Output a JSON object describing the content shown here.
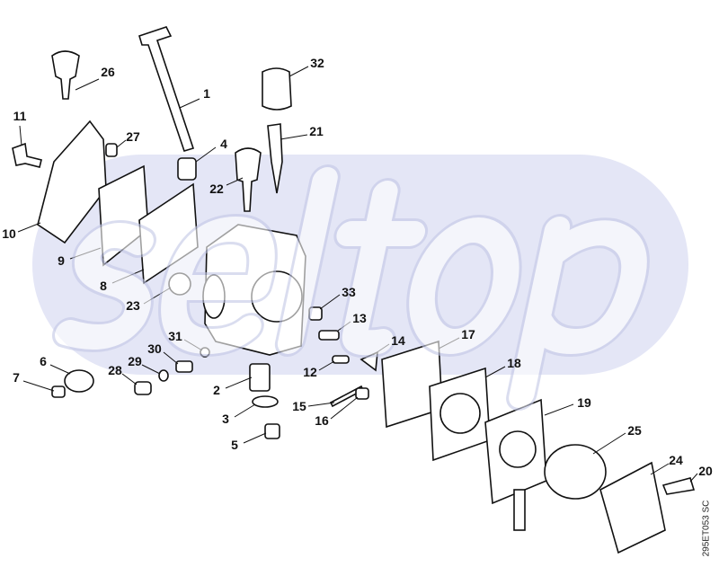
{
  "diagram": {
    "watermark": "seltop",
    "drawing_code": "295ET053 SC",
    "colors": {
      "watermark_band": "#e4e6f6",
      "line": "#111111"
    },
    "part_numbers": [
      "1",
      "2",
      "3",
      "4",
      "5",
      "6",
      "7",
      "8",
      "9",
      "10",
      "11",
      "12",
      "13",
      "14",
      "15",
      "16",
      "17",
      "18",
      "19",
      "20",
      "21",
      "22",
      "23",
      "24",
      "25",
      "26",
      "27",
      "28",
      "29",
      "30",
      "31",
      "32",
      "33"
    ]
  }
}
